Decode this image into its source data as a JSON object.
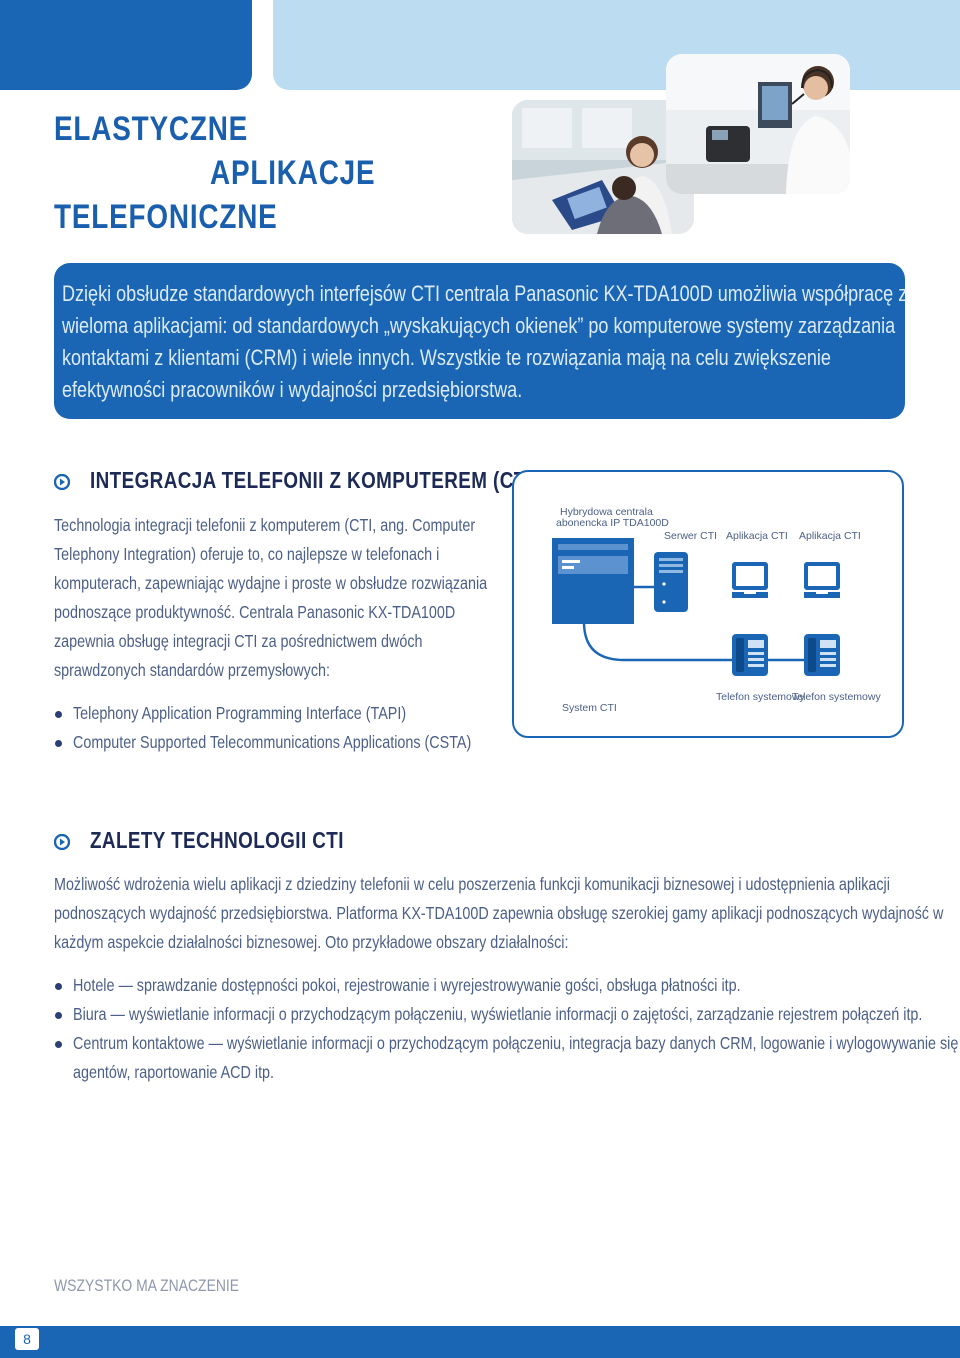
{
  "title": {
    "line1": "ELASTYCZNE",
    "line2": "APLIKACJE",
    "line3": "TELEFONICZNE"
  },
  "intro": {
    "lines": [
      "Dzięki obsłudze standardowych interfejsów CTI centrala Panasonic KX-TDA100D umożliwia współpracę z",
      "wieloma aplikacjami: od standardowych „wyskakujących okienek” po komputerowe systemy zarządzania",
      "kontaktami z klientami (CRM) i wiele innych. Wszystkie te rozwiązania mają na celu zwiększenie",
      "efektywności pracowników i wydajności przedsiębiorstwa."
    ]
  },
  "section1": {
    "heading": "INTEGRACJA TELEFONII Z KOMPUTEREM (CTI)",
    "paragraph": [
      "Technologia integracji telefonii z komputerem (CTI, ang. Computer",
      "Telephony Integration) oferuje to, co najlepsze w telefonach i",
      "komputerach, zapewniając wydajne i proste w obsłudze rozwiązania",
      "podnoszące produktywność. Centrala Panasonic KX-TDA100D",
      "zapewnia obsługę integracji CTI za pośrednictwem dwóch",
      "sprawdzonych standardów przemysłowych:"
    ],
    "bullets": [
      "Telephony Application Programming Interface (TAPI)",
      "Computer Supported Telecommunications Applications (CSTA)"
    ]
  },
  "diagram": {
    "pbx_label_1": "Hybrydowa centrala",
    "pbx_label_2": "abonencka IP TDA100D",
    "server_label": "Serwer CTI",
    "app1_label": "Aplikacja CTI",
    "app2_label": "Aplikacja CTI",
    "system_label": "System CTI",
    "phone1_label": "Telefon systemowy",
    "phone2_label": "Telefon systemowy",
    "colors": {
      "border": "#1a66b4",
      "device": "#1a66b4",
      "line": "#1a66b4"
    }
  },
  "section2": {
    "heading": "ZALETY TECHNOLOGII CTI",
    "paragraph": [
      "Możliwość wdrożenia wielu aplikacji z dziedziny telefonii w celu poszerzenia funkcji komunikacji biznesowej i udostępnienia aplikacji",
      "podnoszących wydajność przedsiębiorstwa. Platforma KX-TDA100D zapewnia obsługę szerokiej gamy aplikacji podnoszących wydajność w",
      "każdym aspekcie działalności biznesowej. Oto przykładowe obszary działalności:"
    ],
    "bullets": [
      "Hotele — sprawdzanie dostępności pokoi, rejestrowanie i wyrejestrowywanie gości, obsługa płatności itp.",
      "Biura — wyświetlanie informacji o przychodzącym połączeniu, wyświetlanie informacji o zajętości, zarządzanie rejestrem połączeń itp.",
      "Centrum kontaktowe — wyświetlanie informacji o przychodzącym połączeniu, integracja bazy danych CRM, logowanie i wylogowywanie się"
    ],
    "bullet3_cont": "agentów, raportowanie ACD itp."
  },
  "footer": {
    "tagline": "WSZYSTKO MA ZNACZENIE",
    "page_number": "8"
  },
  "colors": {
    "brand_blue": "#1a66b4",
    "light_blue": "#bcdcf1",
    "heading_dark": "#1c2a55"
  }
}
